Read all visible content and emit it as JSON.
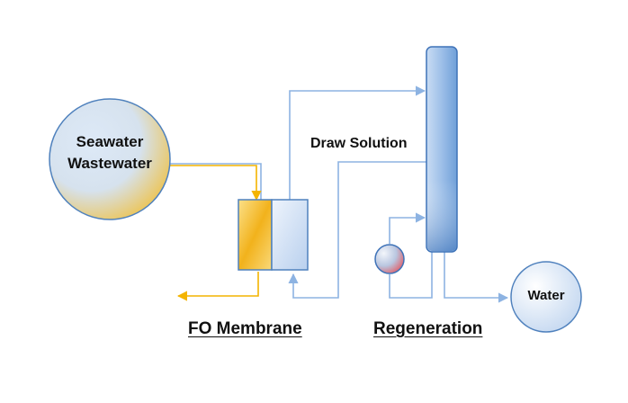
{
  "source": {
    "line1": "Seawater",
    "line2": "Wastewater"
  },
  "draw_solution_label": "Draw Solution",
  "fo_membrane_label": "FO Membrane",
  "regeneration_label": "Regeneration",
  "water_label": "Water",
  "colors": {
    "flow_blue": "#8db3e2",
    "flow_orange": "#f4b400",
    "outline_blue": "#4f81bd",
    "column_blue": "#6f9fd8",
    "pump_red": "#e0606a"
  }
}
